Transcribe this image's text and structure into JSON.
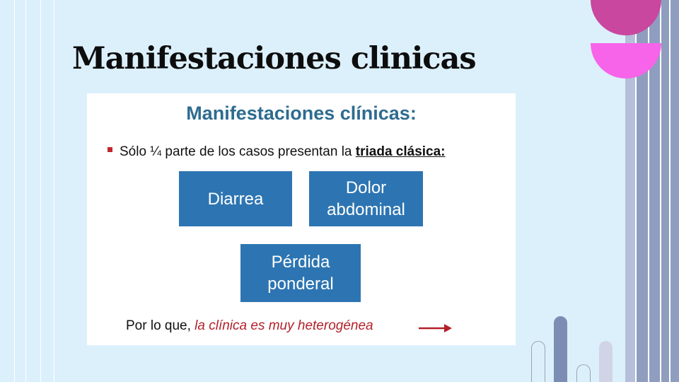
{
  "slide": {
    "title": "Manifestaciones clinicas"
  },
  "card": {
    "heading": "Manifestaciones clínicas:",
    "bullet": {
      "text": "Sólo ¼ parte de los casos presentan la ",
      "emphasis": "triada clásica:"
    },
    "boxes": [
      {
        "lines": [
          "Diarrea"
        ]
      },
      {
        "lines": [
          "Dolor",
          "abdominal"
        ]
      },
      {
        "lines": [
          "Pérdida",
          "ponderal"
        ]
      }
    ],
    "footer": {
      "text": "Por lo que, ",
      "emphasis": "la clínica es muy heterogénea"
    }
  },
  "colors": {
    "background": "#dcf0fc",
    "heading": "#2e6c8f",
    "box": "#2d75b2",
    "bullet": "#c0272d",
    "emphasis_red": "#b3202a",
    "circle_magenta": "#c9479f",
    "circle_pink": "#f764e9",
    "band_blue": "#8f9dbf"
  },
  "icons": {
    "bullet": "square-bullet-icon",
    "arrow": "arrow-right-icon"
  }
}
